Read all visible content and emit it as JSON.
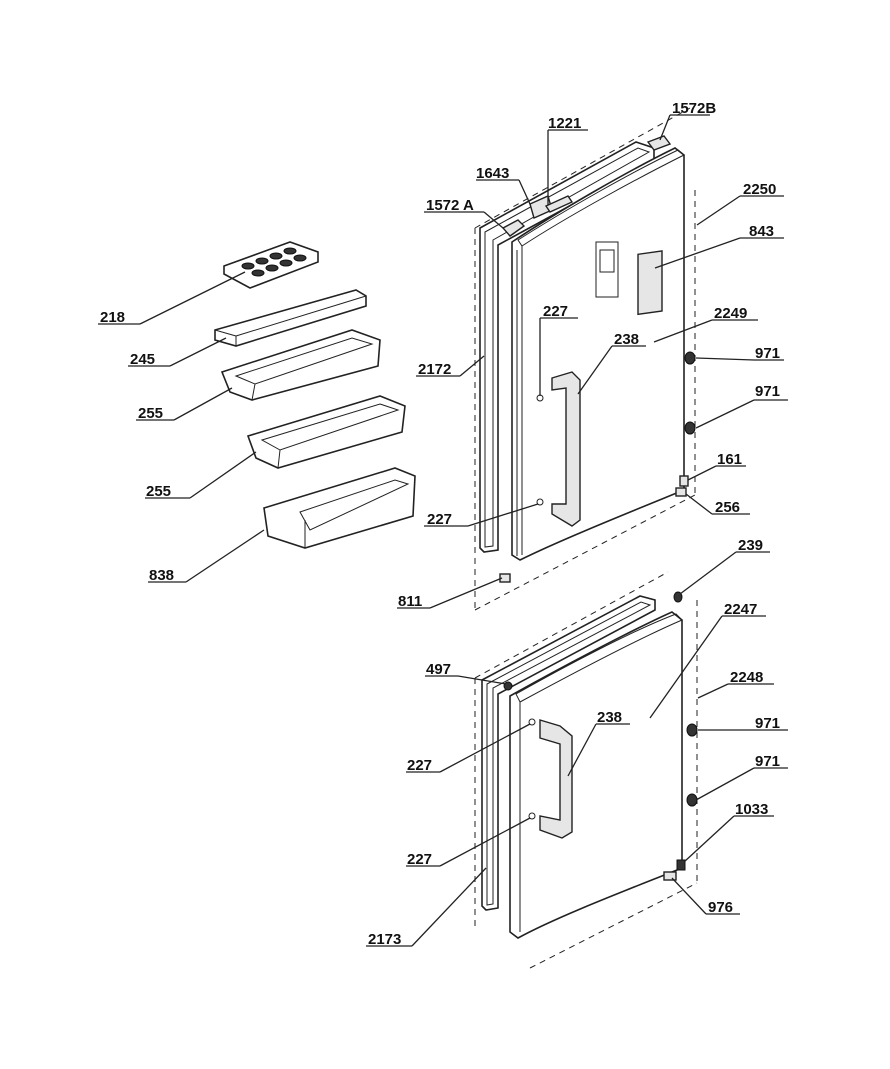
{
  "diagram": {
    "labels": {
      "p1572B": "1572B",
      "p1221": "1221",
      "p1643": "1643",
      "p2250": "2250",
      "p1572A": "1572 A",
      "p843": "843",
      "p218": "218",
      "p227a": "227",
      "p2249": "2249",
      "p245": "245",
      "p238a": "238",
      "p971a": "971",
      "p2172": "2172",
      "p255a": "255",
      "p971b": "971",
      "p161": "161",
      "p255b": "255",
      "p256": "256",
      "p227b": "227",
      "p239": "239",
      "p838": "838",
      "p811": "811",
      "p2247": "2247",
      "p497": "497",
      "p2248": "2248",
      "p238b": "238",
      "p971c": "971",
      "p227c": "227",
      "p971d": "971",
      "p1033": "1033",
      "p227d": "227",
      "p976": "976",
      "p2173": "2173"
    }
  }
}
